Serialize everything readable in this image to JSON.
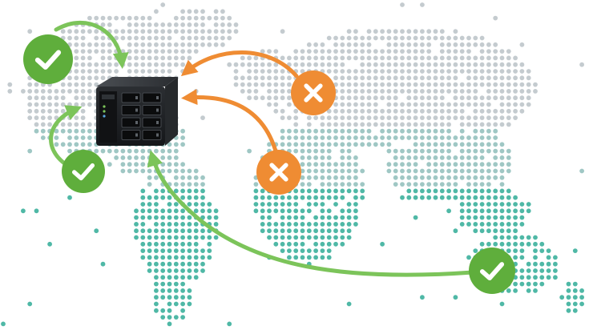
{
  "diagram": {
    "colors": {
      "background": "#ffffff",
      "map_dot_light": "#c4cbcf",
      "map_dot_mid": "#9fc7c4",
      "map_dot_teal": "#4fb8a6",
      "allowed_green": "#5fae3c",
      "allowed_arrow": "#7cc45a",
      "blocked_orange": "#ef8c33",
      "nas_body": "#1f2124"
    },
    "nodes": [
      {
        "id": "allowed-1",
        "status": "allowed",
        "icon": "check-icon"
      },
      {
        "id": "allowed-2",
        "status": "allowed",
        "icon": "check-icon"
      },
      {
        "id": "allowed-3",
        "status": "allowed",
        "icon": "check-icon"
      },
      {
        "id": "blocked-1",
        "status": "blocked",
        "icon": "x-icon"
      },
      {
        "id": "blocked-2",
        "status": "blocked",
        "icon": "x-icon"
      }
    ],
    "device": {
      "icon": "nas-server-icon",
      "drive_bays": 8
    }
  }
}
